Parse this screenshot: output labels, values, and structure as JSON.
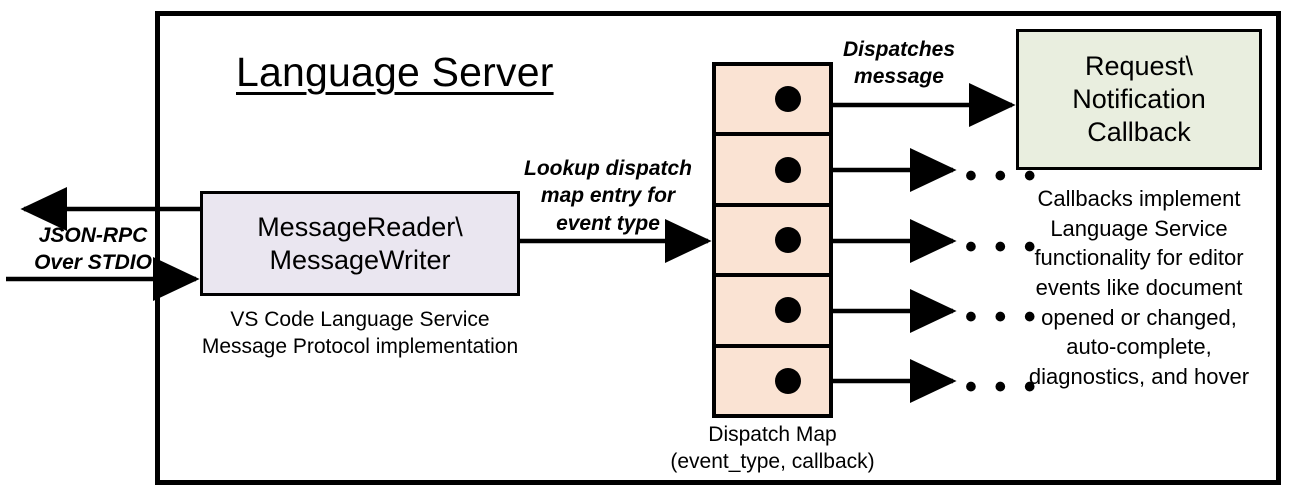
{
  "diagram": {
    "title": "Language Server",
    "colors": {
      "reader_fill": "#eae6f0",
      "callback_fill": "#e9eedf",
      "dispatch_fill": "#fae3d3",
      "stroke": "#000000",
      "background": "#ffffff"
    }
  },
  "nodes": {
    "reader": {
      "label": "MessageReader\\\nMessageWriter",
      "caption": "VS Code Language Service\nMessage Protocol implementation"
    },
    "dispatch_map": {
      "caption": "Dispatch Map\n(event_type, callback)",
      "row_count": 5,
      "rows": [
        {
          "index": 1,
          "marker": "callback-dot",
          "target": "Request\\Notification Callback"
        },
        {
          "index": 2,
          "marker": "callback-dot",
          "target": "..."
        },
        {
          "index": 3,
          "marker": "callback-dot",
          "target": "..."
        },
        {
          "index": 4,
          "marker": "callback-dot",
          "target": "..."
        },
        {
          "index": 5,
          "marker": "callback-dot",
          "target": "..."
        }
      ]
    },
    "callback": {
      "label": "Request\\\nNotification\nCallback",
      "caption": "Callbacks implement\nLanguage Service\nfunctionality for editor\nevents like document\nopened or changed,\nauto-complete,\ndiagnostics, and hover"
    }
  },
  "edges": {
    "external": {
      "label": "JSON-RPC\nOver STDIO",
      "outbound_direction": "left",
      "inbound_direction": "right"
    },
    "lookup": {
      "label": "Lookup dispatch\nmap entry for\nevent type"
    },
    "dispatch": {
      "label": "Dispatches\nmessage"
    },
    "ellipsis": "• • •"
  }
}
